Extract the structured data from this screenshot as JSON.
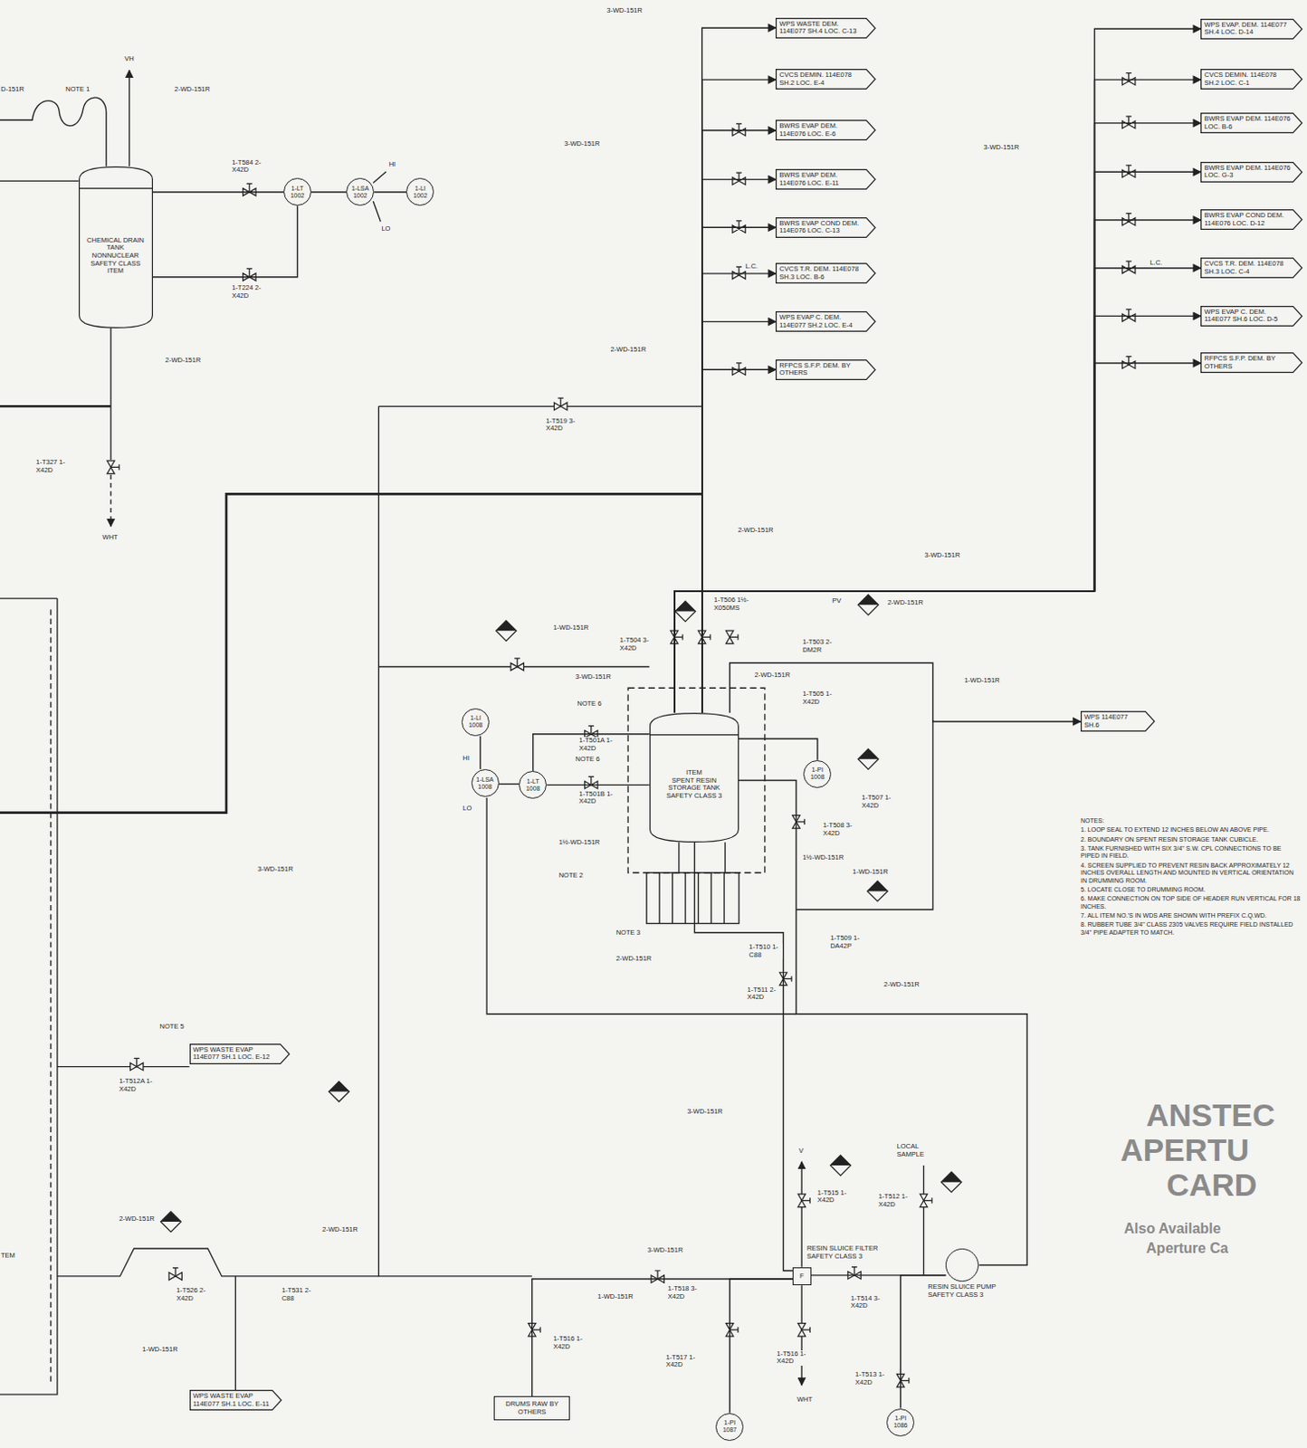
{
  "diagram": {
    "nodes": [
      {
        "text": [
          "CHEMICAL DRAIN TANK NONNUCLEAR SAFETY CLASS ITEM"
        ]
      },
      {
        "text": [
          "1-LT",
          "1002"
        ]
      },
      {
        "text": [
          "1-LSA",
          "1002"
        ]
      },
      {
        "text": [
          "1-LI",
          "1002"
        ]
      },
      {
        "text": [
          "WPS WASTE DEM. 114E077 SH.4 LOC. C-13"
        ]
      },
      {
        "text": [
          "CVCS DEMIN. 114E078 SH.2 LOC. E-4"
        ]
      },
      {
        "text": [
          "BWRS EVAP DEM. 114E076 LOC. E-6"
        ]
      },
      {
        "text": [
          "BWRS EVAP DEM. 114E076 LOC. E-11"
        ]
      },
      {
        "text": [
          "BWRS EVAP COND DEM. 114E076 LOC. C-13"
        ]
      },
      {
        "text": [
          "CVCS T.R. DEM. 114E078 SH.3 LOC. B-6"
        ]
      },
      {
        "text": [
          "WPS EVAP C. DEM. 114E077 SH.2 LOC. E-4"
        ]
      },
      {
        "text": [
          "RFPCS S.F.P. DEM. BY OTHERS"
        ]
      },
      {
        "text": [
          "WPS EVAP. DEM. 114E077 SH.4 LOC. D-14"
        ]
      },
      {
        "text": [
          "CVCS DEMIN. 114E078 SH.2 LOC. C-1"
        ]
      },
      {
        "text": [
          "BWRS EVAP DEM. 114E076 LOC. B-6"
        ]
      },
      {
        "text": [
          "BWRS EVAP DEM. 114E076 LOC. G-3"
        ]
      },
      {
        "text": [
          "BWRS EVAP COND DEM. 114E076 LOC. D-12"
        ]
      },
      {
        "text": [
          "CVCS T.R. DEM. 114E078 SH.3 LOC. C-4"
        ]
      },
      {
        "text": [
          "WPS EVAP C. DEM. 114E077 SH.6 LOC. D-5"
        ]
      },
      {
        "text": [
          "RFPCS S.F.P. DEM. BY OTHERS"
        ]
      },
      {
        "text": [
          "ITEM",
          "SPENT RESIN STORAGE TANK",
          "SAFETY CLASS 3"
        ]
      },
      {
        "text": [
          "1-LI",
          "1008"
        ]
      },
      {
        "text": [
          "1-LSA",
          "1008"
        ]
      },
      {
        "text": [
          "1-LT",
          "1008"
        ]
      },
      {
        "text": [
          "1-PI",
          "1008"
        ]
      },
      {
        "text": [
          "WPS 114E077 SH.6"
        ]
      },
      {
        "text": [
          "WPS WASTE EVAP 114E077 SH.1 LOC. E-12"
        ]
      },
      {
        "text": [
          "WPS WASTE EVAP 114E077 SH.1 LOC. E-11"
        ]
      },
      {
        "text": [
          "DRUMS RAW BY OTHERS"
        ]
      },
      {
        "text": [
          "F",
          "RESIN SLUICE FILTER SAFETY CLASS 3"
        ]
      },
      {
        "text": [
          "RESIN SLUICE PUMP SAFETY CLASS 3"
        ]
      },
      {
        "text": [
          "1-PI",
          "1087"
        ]
      },
      {
        "text": [
          "1-PI",
          "1086"
        ]
      }
    ],
    "edges": [
      {
        "from": 0,
        "to": 1,
        "arrow": "none"
      },
      {
        "from": 0,
        "to": 1,
        "arrow": "none"
      },
      {
        "from": 1,
        "to": 2,
        "arrow": "none"
      },
      {
        "from": 2,
        "to": 3,
        "arrow": "none"
      },
      {
        "from": 20,
        "to": 4,
        "arrow": "to"
      },
      {
        "from": 20,
        "to": 5,
        "arrow": "to"
      },
      {
        "from": 20,
        "to": 6,
        "arrow": "to"
      },
      {
        "from": 20,
        "to": 7,
        "arrow": "to"
      },
      {
        "from": 20,
        "to": 8,
        "arrow": "to"
      },
      {
        "from": 20,
        "to": 9,
        "arrow": "to"
      },
      {
        "from": 20,
        "to": 10,
        "arrow": "to"
      },
      {
        "from": 20,
        "to": 11,
        "arrow": "to"
      },
      {
        "from": 20,
        "to": 12,
        "arrow": "to"
      },
      {
        "from": 20,
        "to": 13,
        "arrow": "to"
      },
      {
        "from": 20,
        "to": 14,
        "arrow": "to"
      },
      {
        "from": 20,
        "to": 15,
        "arrow": "to"
      },
      {
        "from": 20,
        "to": 16,
        "arrow": "to"
      },
      {
        "from": 20,
        "to": 17,
        "arrow": "to"
      },
      {
        "from": 20,
        "to": 18,
        "arrow": "to"
      },
      {
        "from": 20,
        "to": 19,
        "arrow": "to"
      },
      {
        "from": 20,
        "to": 23,
        "arrow": "none"
      },
      {
        "from": 20,
        "to": 23,
        "arrow": "none"
      },
      {
        "from": 23,
        "to": 22,
        "arrow": "none"
      },
      {
        "from": 22,
        "to": 21,
        "arrow": "none"
      },
      {
        "from": 20,
        "to": 24,
        "arrow": "none"
      },
      {
        "from": 20,
        "to": 25,
        "arrow": "to"
      },
      {
        "from": 30,
        "to": 29,
        "arrow": "none"
      },
      {
        "from": 29,
        "to": 28,
        "arrow": "none"
      },
      {
        "from": 29,
        "to": 31,
        "arrow": "none"
      },
      {
        "from": 30,
        "to": 32,
        "arrow": "none"
      },
      {
        "from": 30,
        "to": 20,
        "arrow": "none"
      },
      {
        "from": 29,
        "to": 20,
        "arrow": "none"
      }
    ],
    "labels": [
      "D-151R",
      "NOTE 1",
      "VH",
      "2-WD-151R",
      "1-T584 2-X42D",
      "1-T224 2-X42D",
      "HI",
      "LO",
      "2-WD-151R",
      "1-T327 1-X42D",
      "WHT",
      "3-WD-151R",
      "3-WD-151R",
      "L.C.",
      "2-WD-151R",
      "1-T519 3-X42D",
      "3-WD-151R",
      "L.C.",
      "2-WD-151R",
      "3-WD-151R",
      "1-T506 1½-X050MS",
      "1-WD-151R",
      "2-WD-151R",
      "1-T504 3-X42D",
      "PV",
      "1-T503 2-DM2R",
      "3-WD-151R",
      "2-WD-151R",
      "1-WD-151R",
      "1-T505 1-X42D",
      "NOTE 6",
      "1-T501A 1-X42D",
      "NOTE 6",
      "1-T501B 1-X42D",
      "HI",
      "LO",
      "1-T507 1-X42D",
      "1-T508 3-X42D",
      "1½-WD-151R",
      "1½-WD-151R",
      "1-WD-151R",
      "NOTE 2",
      "3-WD-151R",
      "NOTE 3",
      "2-WD-151R",
      "1-T510 1-C88",
      "1-T509 1-DA42P",
      "1-T511 2-X42D",
      "2-WD-151R",
      "NOTE 5",
      "1-T512A 1-X42D",
      "2-WD-151R",
      "1-T526 2-X42D",
      "1-T531 2-C88",
      "2-WD-151R",
      "1-WD-151R",
      "3-WD-151R",
      "3-WD-151R",
      "1-WD-151R",
      "1-T518 3-X42D",
      "1-T516 1-X42D",
      "1-T517 1-X42D",
      "1-T516 1-X42D",
      "1-T515 1-X42D",
      "1-T512 1-X42D",
      "LOCAL SAMPLE",
      "V",
      "1-T514 3-X42D",
      "1-T513 1-X42D",
      "WHT",
      "TEM",
      "NOTES:",
      "1. LOOP SEAL TO EXTEND 12 INCHES BELOW AN ABOVE PIPE.",
      "2. BOUNDARY ON SPENT RESIN STORAGE TANK CUBICLE.",
      "3. TANK FURNISHED WITH SIX 3/4\" S.W. CPL CONNECTIONS TO BE PIPED IN FIELD.",
      "4. SCREEN SUPPLIED TO PREVENT RESIN BACK APPROXIMATELY 12 INCHES OVERALL LENGTH AND MOUNTED IN VERTICAL ORIENTATION IN DRUMMING ROOM.",
      "5. LOCATE CLOSE TO DRUMMING ROOM.",
      "6. MAKE CONNECTION ON TOP SIDE OF HEADER RUN VERTICAL FOR 18 INCHES.",
      "7. ALL ITEM NO.'S IN WDS ARE SHOWN WITH PREFIX C.Q.WD.",
      "8. RUBBER TUBE 3/4\" CLASS 2305 VALVES REQUIRE FIELD INSTALLED 3/4\" PIPE ADAPTER TO MATCH.",
      "ANSTEC",
      "APERTU",
      "CARD",
      "Also Available",
      "Aperture Ca"
    ]
  }
}
